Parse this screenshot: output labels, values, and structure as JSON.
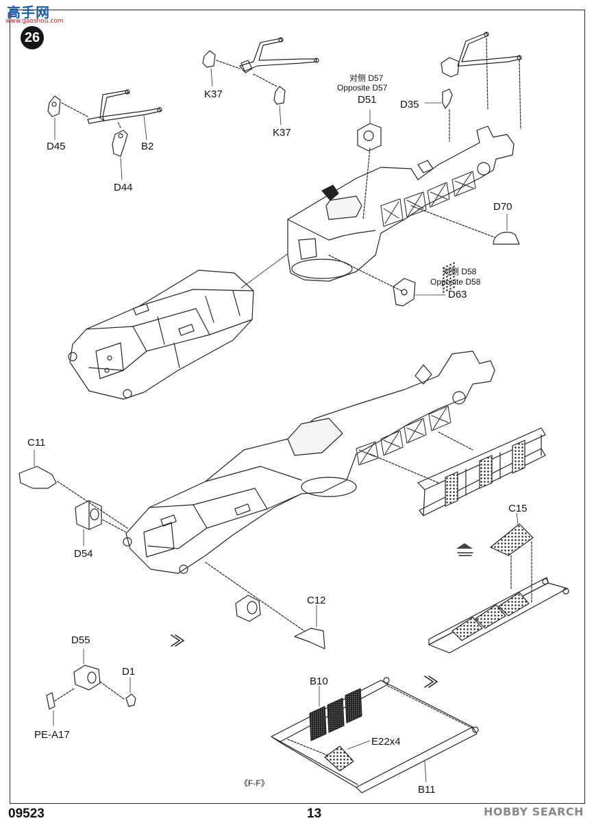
{
  "page": {
    "step_number": "26",
    "kit_number": "09523",
    "page_number": "13",
    "view_note": "《F-F》",
    "watermark": "HOBBY SEARCH",
    "site_logo": "高手网",
    "site_url": "www.gaoshou.com"
  },
  "labels": {
    "d45": "D45",
    "b2": "B2",
    "d44": "D44",
    "k37_top": "K37",
    "k37_bottom": "K37",
    "d57_cn": "对侧 D57",
    "d57_en": "Opposite D57",
    "d51": "D51",
    "d35": "D35",
    "d70": "D70",
    "d58_cn": "对侧 D58",
    "d58_en": "Opposite D58",
    "d63": "D63",
    "c11": "C11",
    "d54": "D54",
    "c15": "C15",
    "c12": "C12",
    "d55": "D55",
    "d1": "D1",
    "pe_a17": "PE-A17",
    "b10": "B10",
    "e22": "E22x4",
    "b11": "B11"
  },
  "icons": [
    "step-badge",
    "direction-arrow-icon",
    "hobby-search-logo-icon"
  ]
}
